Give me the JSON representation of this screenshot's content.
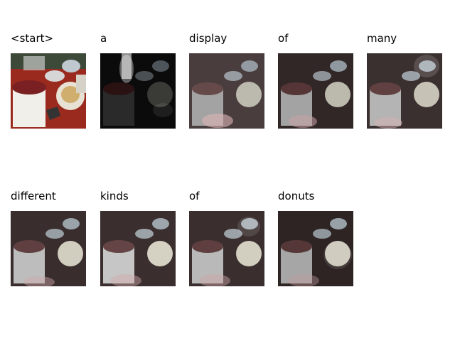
{
  "captions": [
    "<start>",
    "a",
    "display",
    "of",
    "many",
    "different",
    "kinds",
    "of",
    "donuts"
  ],
  "image_subject": "table with cake, plates and food",
  "attention_focus": [
    "none",
    "top-center",
    "diffuse",
    "diffuse",
    "diffuse",
    "diffuse",
    "diffuse",
    "diffuse",
    "diffuse"
  ]
}
